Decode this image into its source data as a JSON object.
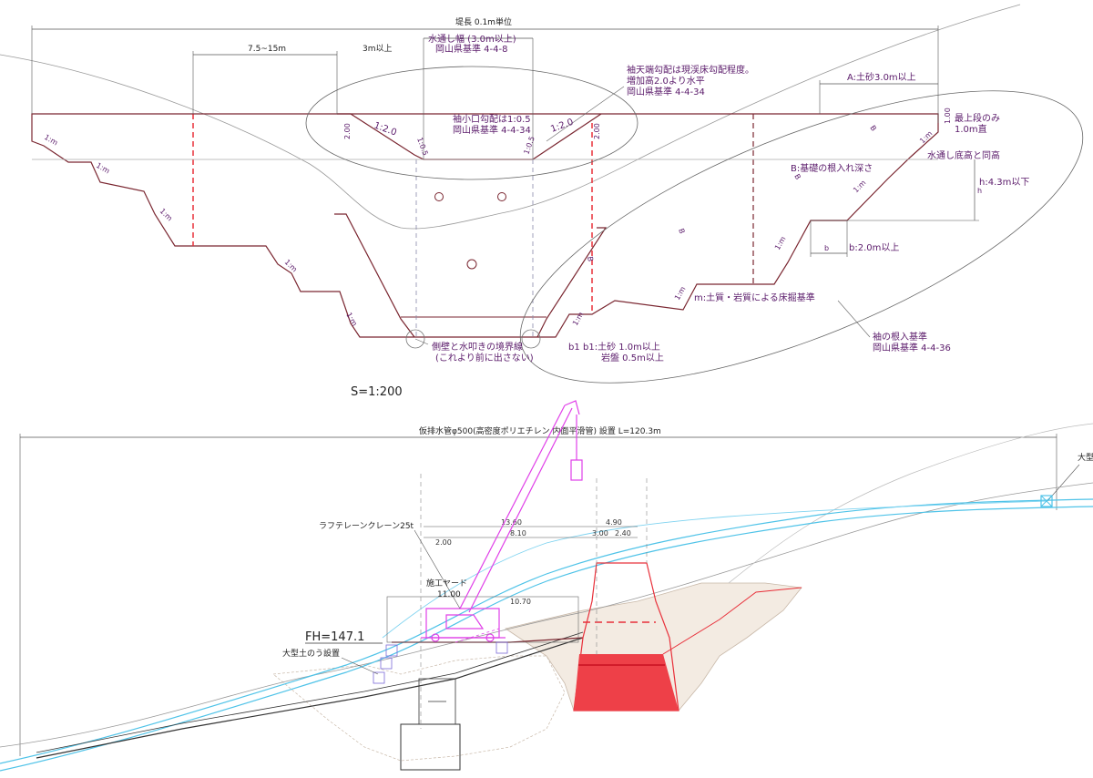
{
  "colors": {
    "dam": "#7a2630",
    "annot": "#5a1a6a",
    "red": "#e8303a",
    "dash": "#8888aa",
    "river": "#4fc3e8",
    "crane": "#e040e8",
    "ground": "#c8b8a8",
    "line": "#333333"
  },
  "top": {
    "dam_length": "堤長 0.1m単位",
    "width_range": "7.5~15m",
    "min_3m": "3m以上",
    "spill_width_1": "水通し幅 (3.0m以上)",
    "spill_width_2": "岡山県基準 4-4-8",
    "sode_1": "袖天端勾配は現渓床勾配程度。",
    "sode_2": "増加高2.0より水平",
    "sode_3": "岡山県基準 4-4-34",
    "a_label": "A:土砂3.0m以上",
    "h_200_left": "2.00",
    "slope_120_left": "1:2.0",
    "slope_120_right": "1:2.0",
    "h_200_right": "2.00",
    "slope_105_left": "1:0.5",
    "slope_105_right": "1:0.5",
    "sode_koguchi_1": "袖小口勾配は1:0.5",
    "sode_koguchi_2": "岡山県基準 4-4-34",
    "h_100": "1.00",
    "top_only_1": "最上段のみ",
    "top_only_2": "1.0m直",
    "suido_same": "水通し底高と同高",
    "b_label": "B:基礎の根入れ深さ",
    "b": "B",
    "h_label": "h:4.3m以下",
    "h": "h",
    "b_small": "b",
    "b_small_label": "b:2.0m以上",
    "m": "1:m",
    "m_label": "m:土質・岩質による床掘基準",
    "sokuheki_1": "側壁と水叩きの境界線",
    "sokuheki_2": "(これより前に出さない)",
    "b1": "b1",
    "b1_label_1": "b1:土砂 1.0m以上",
    "b1_label_2": "岩盤 0.5m以上",
    "sode_nekomi_1": "袖の根入基準",
    "sode_nekomi_2": "岡山県基準 4-4-36"
  },
  "scale": "S=1:200",
  "bottom": {
    "pipe": "仮排水管φ500(高密度ポリエチレン 内面平滑管) 設置 L=120.3m",
    "crane": "ラフテレーンクレーン25t",
    "yard_1": "施工ヤード",
    "yard_2": "11.00",
    "fh": "FH=147.1",
    "sandbag": "大型土のう設置",
    "right_edge": "大型",
    "dims": [
      "13.60",
      "8.10",
      "4.90",
      "3.00",
      "2.40",
      "2.00",
      "10.70"
    ]
  }
}
